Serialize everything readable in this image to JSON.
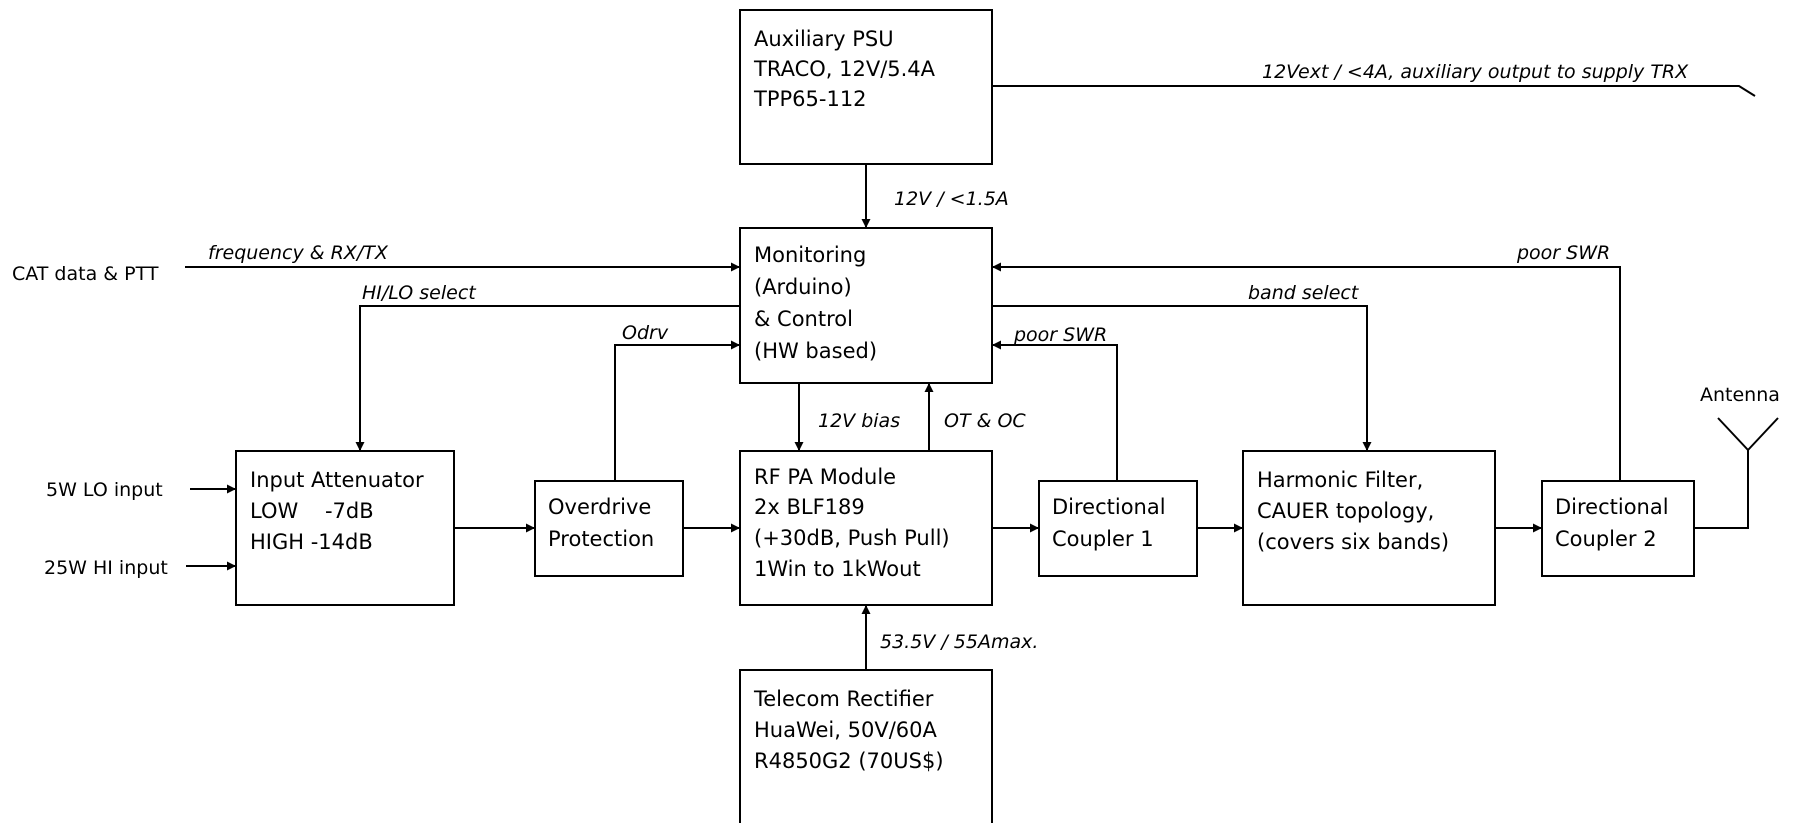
{
  "blocks": {
    "aux_psu": [
      "Auxiliary PSU",
      "TRACO, 12V/5.4A",
      "TPP65-112"
    ],
    "monitoring": [
      "Monitoring",
      "(Arduino)",
      "& Control",
      "(HW based)"
    ],
    "input_attenuator": [
      "Input Attenuator",
      "LOW    -7dB",
      "HIGH -14dB"
    ],
    "overdrive": [
      "Overdrive",
      "Protection"
    ],
    "rf_pa": [
      "RF PA Module",
      "2x BLF189",
      "(+30dB, Push Pull)",
      "1Win to 1kWout"
    ],
    "coupler1": [
      "Directional",
      "Coupler 1"
    ],
    "harmonic_filter": [
      "Harmonic Filter,",
      "CAUER topology,",
      "(covers six bands)"
    ],
    "coupler2": [
      "Directional",
      "Coupler 2"
    ],
    "rectifier": [
      "Telecom Rectifier",
      "HuaWei, 50V/60A",
      "R4850G2 (70US$)"
    ]
  },
  "signals": {
    "aux_out": "12Vext / <4A, auxiliary output to supply TRX",
    "psu_feed": "12V / <1.5A",
    "cat_freq": "frequency & RX/TX",
    "hilo_select": "HI/LO select",
    "odrv": "Odrv",
    "band_select": "band select",
    "poor_swr_1": "poor SWR",
    "poor_swr_2": "poor SWR",
    "bias": "12V bias",
    "ot_oc": "OT & OC",
    "pa_supply": "53.5V / 55Amax."
  },
  "inputs": {
    "cat": "CAT data & PTT",
    "lo": "5W LO input",
    "hi": "25W HI input"
  },
  "antenna": "Antenna"
}
